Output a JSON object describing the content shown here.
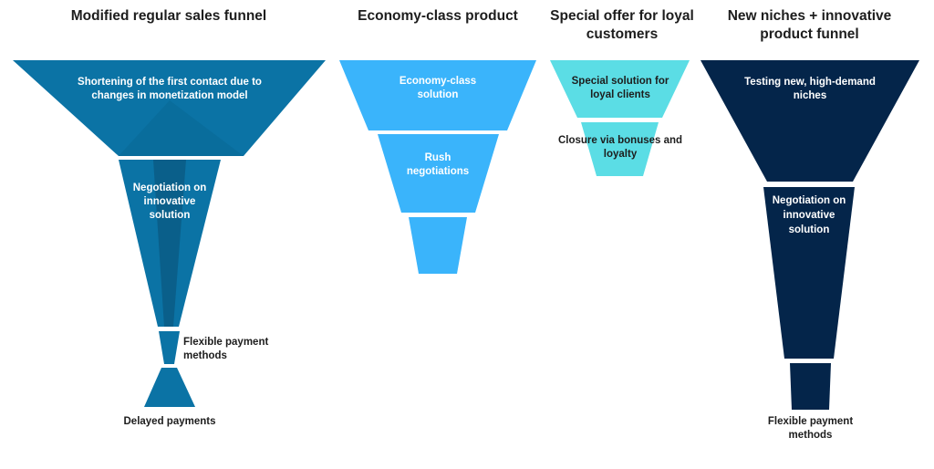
{
  "colors": {
    "funnel_1": "#0b73a5",
    "funnel_1_dark": "#0a5f8a",
    "funnel_1_light": "#1183b8",
    "funnel_2": "#3ab4fb",
    "funnel_3": "#5bdde5",
    "funnel_4": "#04254a",
    "text_dark": "#1d1d1d",
    "text_light": "#ffffff"
  },
  "funnels": [
    {
      "title": "Modified regular sales funnel",
      "stages": [
        "Shortening of the first contact due to changes in monetization model",
        "Negotiation on innovative solution",
        "Flexible payment methods",
        "Delayed payments"
      ]
    },
    {
      "title": "Economy-class product",
      "stages": [
        "Economy-class solution",
        "Rush negotiations",
        ""
      ]
    },
    {
      "title": "Special offer for loyal customers",
      "stages": [
        "Special solution for loyal clients",
        "Closure via bonuses and loyalty"
      ]
    },
    {
      "title": "New niches + innovative product funnel",
      "stages": [
        "Testing new, high-demand niches",
        "Negotiation on innovative solution",
        "Flexible payment methods"
      ]
    }
  ]
}
